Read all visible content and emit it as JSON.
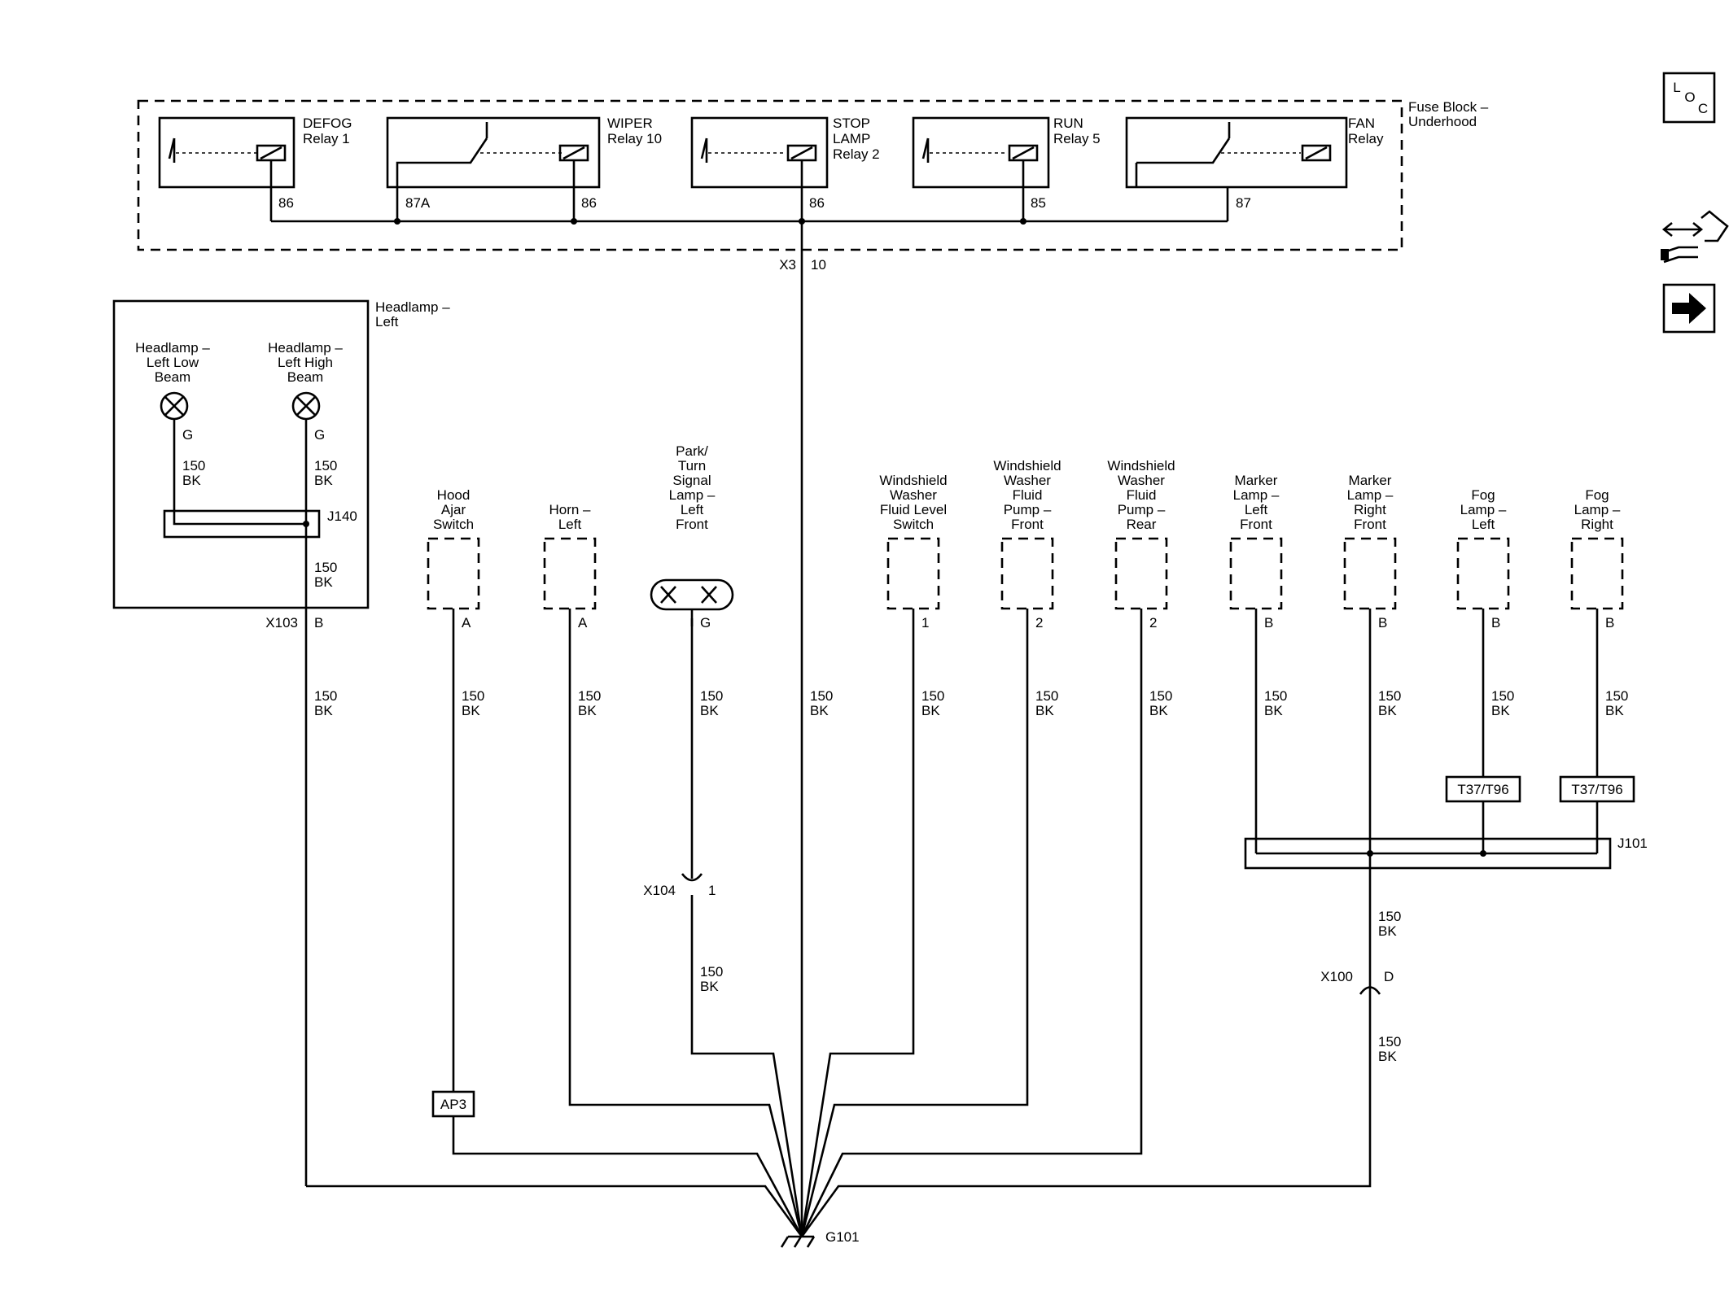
{
  "fuse_block": {
    "label_line1": "Fuse Block –",
    "label_line2": "Underhood",
    "relays": [
      {
        "name_lines": [
          "DEFOG",
          "Relay 1"
        ],
        "pin": "86"
      },
      {
        "name_lines": [
          "WIPER",
          "Relay 10"
        ],
        "pin_left": "87A",
        "pin": "86"
      },
      {
        "name_lines": [
          "STOP",
          "LAMP",
          "Relay 2"
        ],
        "pin": "86"
      },
      {
        "name_lines": [
          "RUN",
          "Relay 5"
        ],
        "pin": "85"
      },
      {
        "name_lines": [
          "FAN",
          "Relay"
        ],
        "pin": "87"
      }
    ],
    "connector": "X3",
    "connector_pin": "10"
  },
  "headlamp_module": {
    "label_line1": "Headlamp –",
    "label_line2": "Left",
    "low_beam_lines": [
      "Headlamp –",
      "Left Low",
      "Beam"
    ],
    "high_beam_lines": [
      "Headlamp –",
      "Left High",
      "Beam"
    ],
    "pin_g": "G",
    "splice": "J140",
    "connector": "X103",
    "connector_pin": "B"
  },
  "wire": {
    "gauge": "150",
    "color": "BK"
  },
  "components": [
    {
      "lines": [
        "Hood",
        "Ajar",
        "Switch"
      ],
      "pin": "A"
    },
    {
      "lines": [
        "Horn –",
        "Left"
      ],
      "pin": "A"
    },
    {
      "lines": [
        "Park/",
        "Turn",
        "Signal",
        "Lamp –",
        "Left",
        "Front"
      ],
      "pin": "G"
    },
    {
      "lines": [
        "Windshield",
        "Washer",
        "Fluid Level",
        "Switch"
      ],
      "pin": "1"
    },
    {
      "lines": [
        "Windshield",
        "Washer",
        "Fluid",
        "Pump –",
        "Front"
      ],
      "pin": "2"
    },
    {
      "lines": [
        "Windshield",
        "Washer",
        "Fluid",
        "Pump –",
        "Rear"
      ],
      "pin": "2"
    },
    {
      "lines": [
        "Marker",
        "Lamp –",
        "Left",
        "Front"
      ],
      "pin": "B"
    },
    {
      "lines": [
        "Marker",
        "Lamp –",
        "Right",
        "Front"
      ],
      "pin": "B"
    },
    {
      "lines": [
        "Fog",
        "Lamp –",
        "Left"
      ],
      "pin": "B"
    },
    {
      "lines": [
        "Fog",
        "Lamp –",
        "Right"
      ],
      "pin": "B"
    }
  ],
  "options": {
    "fog_left": "T37/T96",
    "fog_right": "T37/T96",
    "hood": "AP3"
  },
  "connectors": {
    "x104": "X104",
    "x104_pin": "1",
    "x100": "X100",
    "x100_pin": "D",
    "j101": "J101"
  },
  "ground": "G101",
  "icons": {
    "loc_l": "L",
    "loc_o": "O",
    "loc_c": "C",
    "items": [
      "loc-icon",
      "connector-tool-icon",
      "arrow-right-icon"
    ]
  }
}
